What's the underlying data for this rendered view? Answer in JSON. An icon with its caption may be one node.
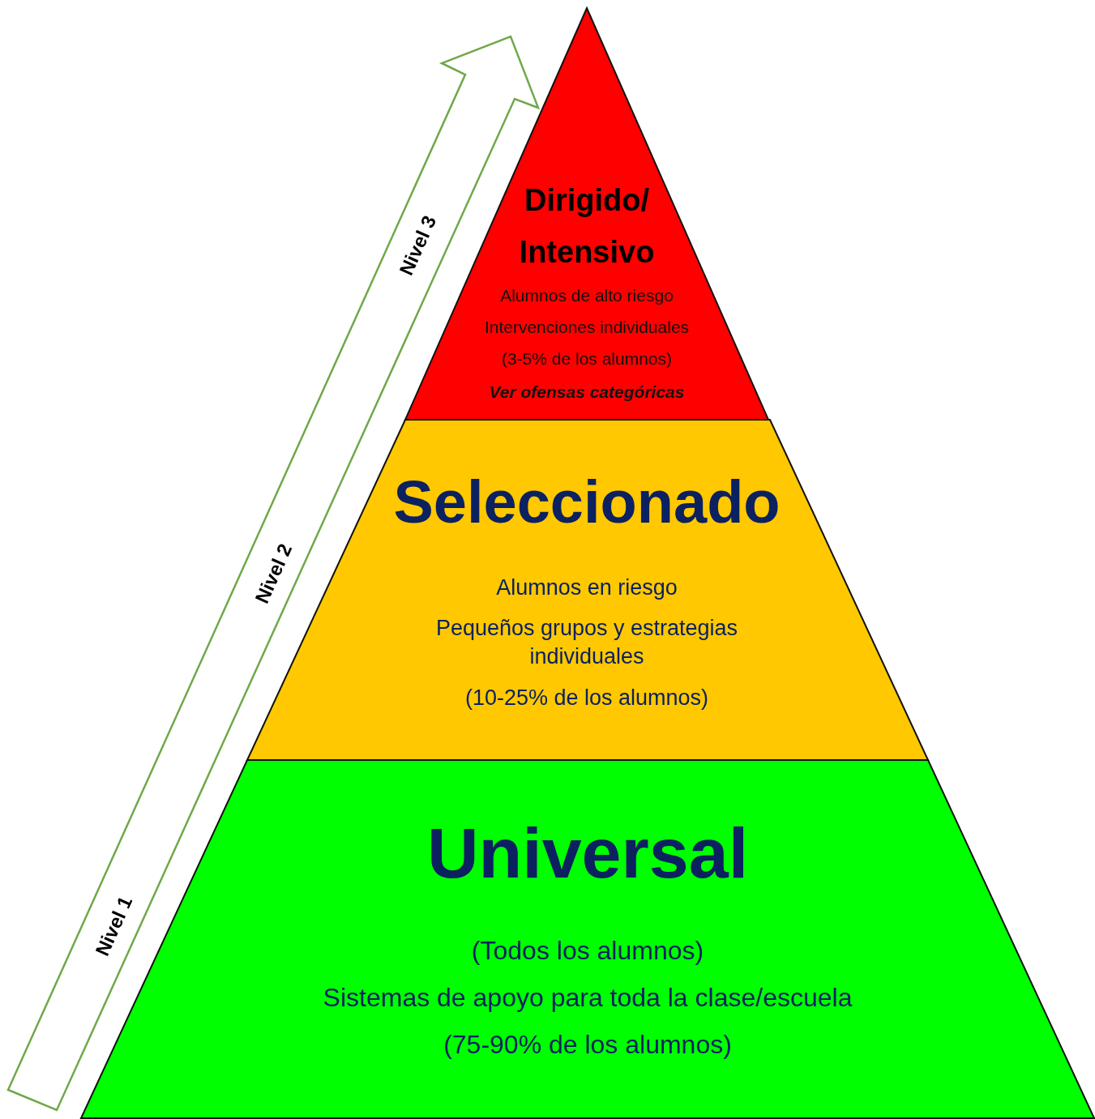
{
  "diagram": {
    "nodes": [
      {
        "text": [
          "Dirigido/ Intensivo",
          "Alumnos de alto riesgo",
          "Intervenciones individuales",
          "(3-5% de los alumnos)",
          "Ver ofensas categóricas"
        ]
      },
      {
        "text": [
          "Seleccionado",
          "Alumnos en riesgo",
          "Pequeños grupos y estrategias individuales",
          "(10-25% de los alumnos)"
        ]
      },
      {
        "text": [
          "Universal",
          "(Todos los alumnos)",
          "Sistemas de apoyo para toda la clase/escuela",
          "(75-90% de los alumnos)"
        ]
      }
    ],
    "edges": [],
    "labels": [
      "Nivel 3",
      "Nivel 2",
      "Nivel 1"
    ]
  }
}
